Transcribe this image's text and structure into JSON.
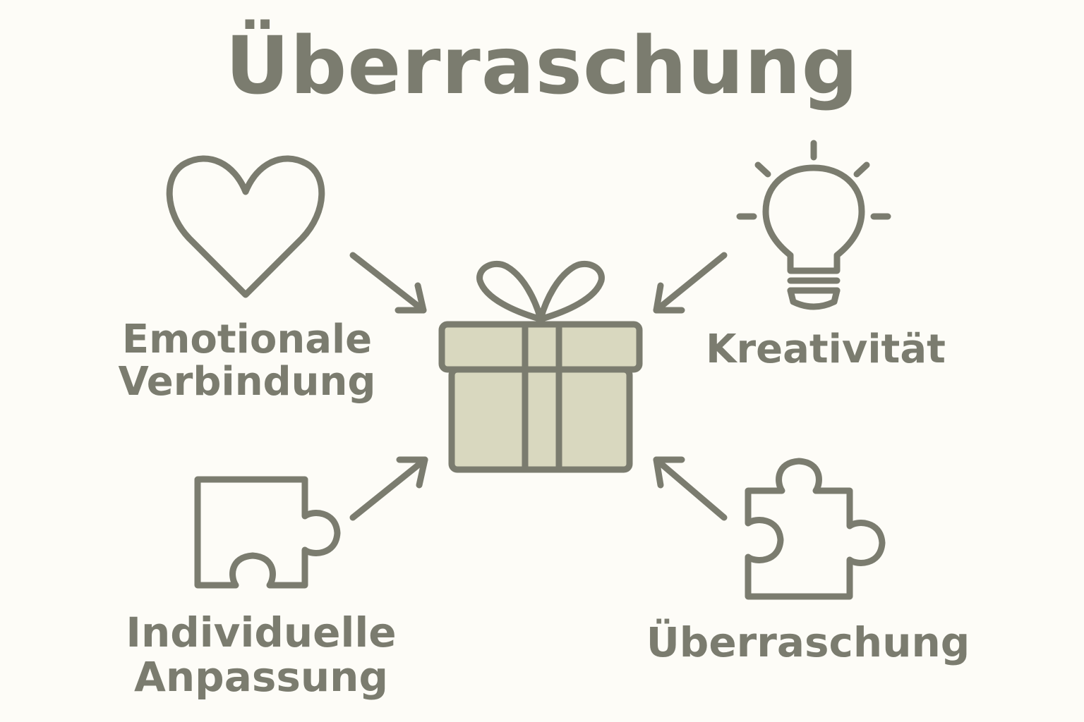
{
  "title": "Überraschung",
  "colors": {
    "background": "#fdfcf7",
    "stroke": "#7b7c6f",
    "gift_fill": "#d9d8bf"
  },
  "center": {
    "icon": "gift-icon"
  },
  "nodes": [
    {
      "id": "emotionale-verbindung",
      "icon": "heart-icon",
      "label_lines": [
        "Emotionale",
        "Verbindung"
      ]
    },
    {
      "id": "kreativitaet",
      "icon": "lightbulb-icon",
      "label_lines": [
        "Kreativität"
      ]
    },
    {
      "id": "individuelle-anpassung",
      "icon": "puzzle-piece-icon",
      "label_lines": [
        "Individuelle",
        "Anpassung"
      ]
    },
    {
      "id": "ueberraschung",
      "icon": "puzzle-piece-icon",
      "label_lines": [
        "Überraschung"
      ]
    }
  ]
}
